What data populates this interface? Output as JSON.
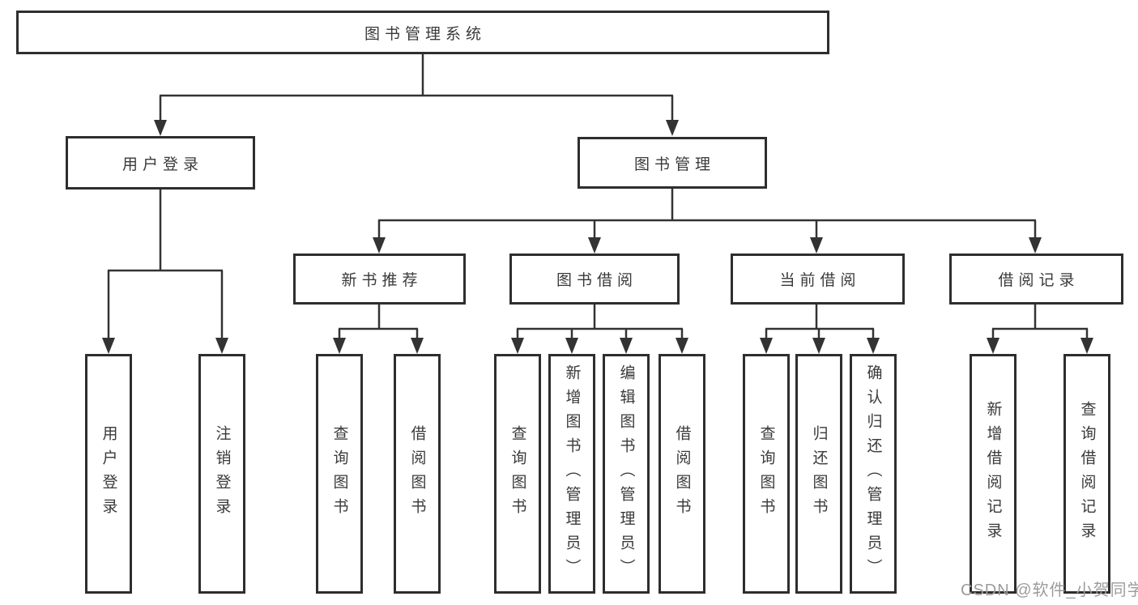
{
  "diagram_title": "图书管理系统",
  "tree": {
    "label": "图书管理系统",
    "children": [
      {
        "label": "用户登录",
        "children": [
          {
            "label": "用户登录"
          },
          {
            "label": "注销登录"
          }
        ]
      },
      {
        "label": "图书管理",
        "children": [
          {
            "label": "新书推荐",
            "children": [
              {
                "label": "查询图书"
              },
              {
                "label": "借阅图书"
              }
            ]
          },
          {
            "label": "图书借阅",
            "children": [
              {
                "label": "查询图书"
              },
              {
                "label": "新增图书（管理员）"
              },
              {
                "label": "编辑图书（管理员）"
              },
              {
                "label": "借阅图书"
              }
            ]
          },
          {
            "label": "当前借阅",
            "children": [
              {
                "label": "查询图书"
              },
              {
                "label": "归还图书"
              },
              {
                "label": "确认归还（管理员）"
              }
            ]
          },
          {
            "label": "借阅记录",
            "children": [
              {
                "label": "新增借阅记录"
              },
              {
                "label": "查询借阅记录"
              }
            ]
          }
        ]
      }
    ]
  },
  "watermark": "CSDN @软件_小贺同学",
  "colors": {
    "line": "#333333",
    "box_border": "#2e2e2e",
    "text": "#3a3a3a",
    "background": "#ffffff",
    "watermark": "#9c9c9c"
  }
}
